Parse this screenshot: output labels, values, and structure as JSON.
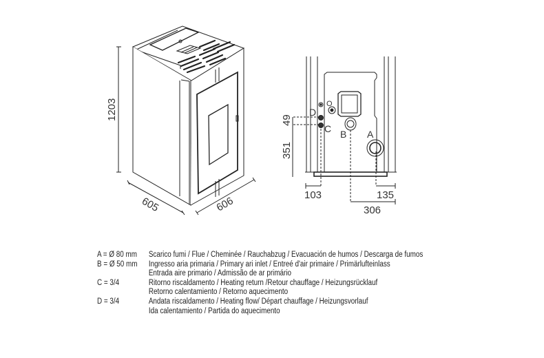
{
  "left_view": {
    "height_label": "1203",
    "depth_label": "605",
    "width_label": "606"
  },
  "rear_view": {
    "labels": {
      "a": "A",
      "b": "B",
      "c": "C",
      "d": "D",
      "o": "O"
    },
    "dim_49": "49",
    "dim_351": "351",
    "dim_103": "103",
    "dim_135": "135",
    "dim_306": "306"
  },
  "legend": [
    {
      "code": "A = Ø 80 mm",
      "lines": [
        "Scarico fumi / Flue / Cheminée / Rauchabzug / Evacuación de humos / Descarga de fumos"
      ]
    },
    {
      "code": "B = Ø 50 mm",
      "lines": [
        "Ingresso aria primaria / Primary ari inlet / Entreé d'air primaire / Primärlufteinlass",
        "Entrada aire primario / Admissão de ar primário"
      ]
    },
    {
      "code": "C = 3/4",
      "lines": [
        "Ritorno riscaldamento / Heating return /Retour chauffage / Heizungsrücklauf",
        "Retorno calentamiento / Retorno aquecimento"
      ]
    },
    {
      "code": "D = 3/4",
      "lines": [
        "Andata riscaldamento / Heating flow/ Départ chauffage / Heizungsvorlauf",
        "Ida calentamiento / Partida do aquecimento"
      ]
    }
  ]
}
